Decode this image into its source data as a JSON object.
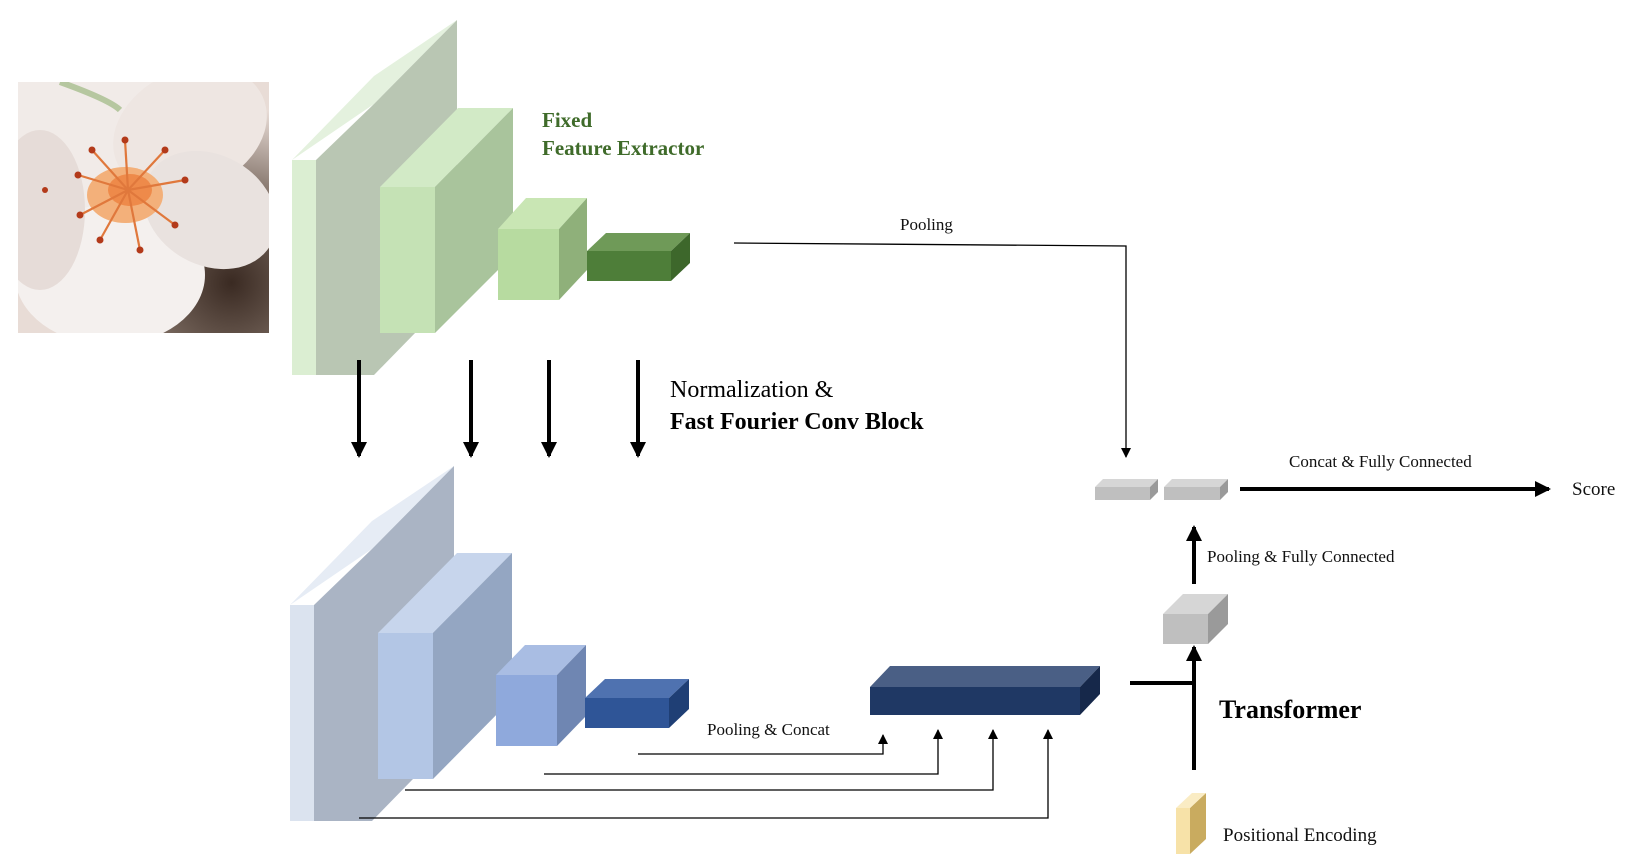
{
  "labels": {
    "fixed": "Fixed",
    "feature_extractor": "Feature Extractor",
    "pooling_top": "Pooling",
    "normalization": "Normalization &",
    "ffc_block": "Fast Fourier Conv Block",
    "concat_fc": "Concat & Fully Connected",
    "score": "Score",
    "pooling_fc": "Pooling & Fully Connected",
    "pooling_concat": "Pooling & Concat",
    "transformer": "Transformer",
    "positional_encoding": "Positional Encoding"
  },
  "colors": {
    "green_light": "#d8ecd0",
    "green_mid": "#c2e0b4",
    "green_bright": "#b7dba0",
    "green_dark": "#4e7e39",
    "blue_light": "#dbe3ef",
    "blue_mid": "#b3c6e5",
    "blue_bright": "#8fa9dc",
    "blue_dark": "#2f5597",
    "navy": "#1f3864",
    "gray_block": "#bfbfbf",
    "pos_enc": "#f5dc98",
    "title_green": "#3f6b2a"
  },
  "image": {
    "subject": "flower-photo"
  }
}
